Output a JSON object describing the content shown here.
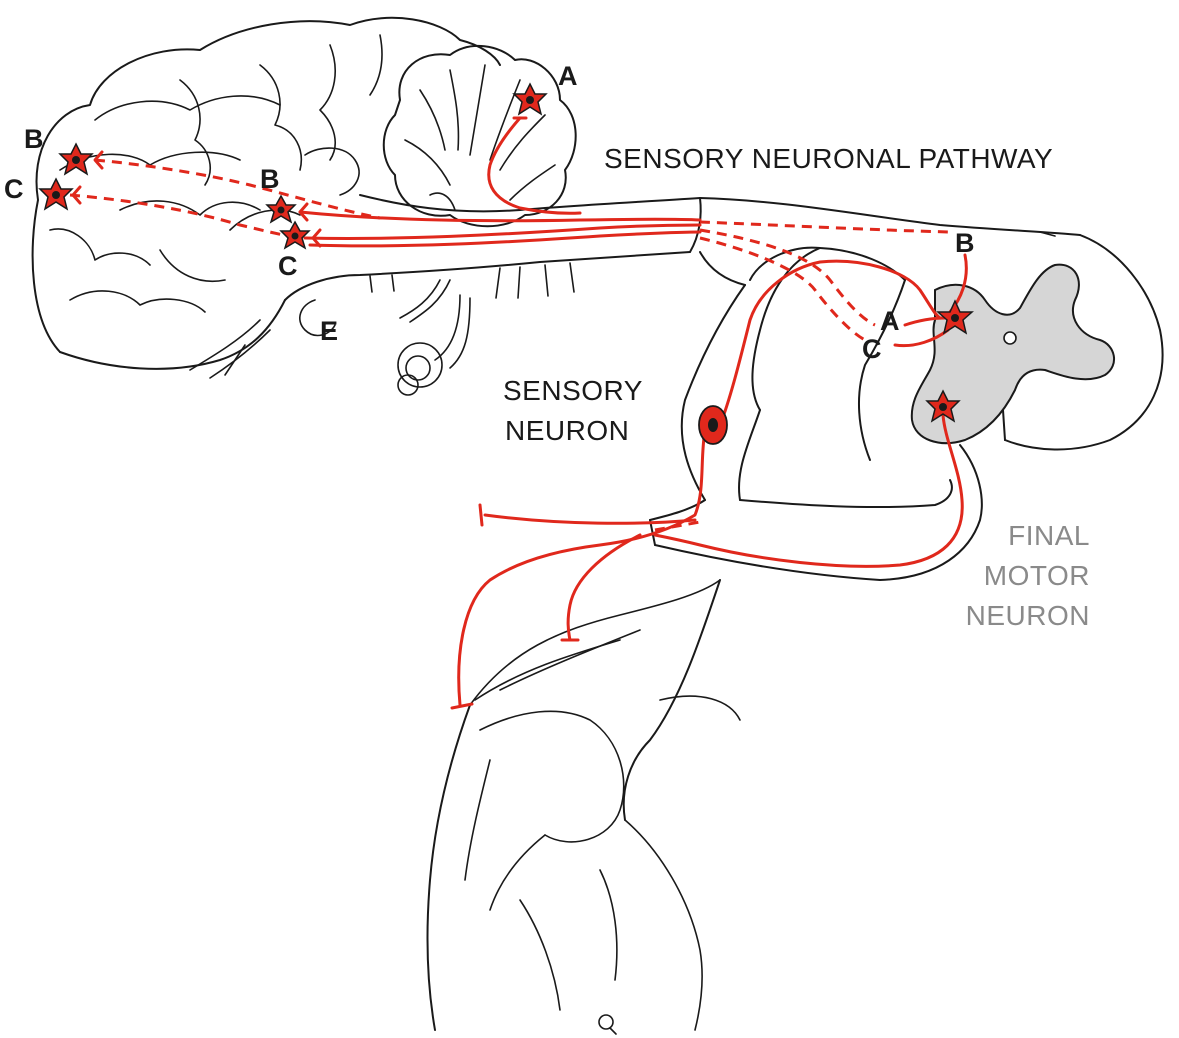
{
  "colors": {
    "pathway": "#e0281c",
    "outline": "#1a1a1a",
    "grey_matter": "#d6d6d6",
    "motor_label": "#8a8a8a"
  },
  "labels": {
    "cerebellum_a": "A",
    "cortex_b": "B",
    "cortex_c": "C",
    "thalamus_b": "B",
    "thalamus_c": "C",
    "brainstem_e": "E",
    "cord_b": "B",
    "cord_a": "A",
    "cord_c": "C"
  },
  "captions": {
    "pathway_title": "SENSORY NEURONAL PATHWAY",
    "sensory_neuron": [
      "SENSORY",
      "NEURON"
    ],
    "final_motor_neuron": [
      "FINAL",
      "MOTOR",
      "NEURON"
    ]
  },
  "icons": [
    "neuron-cell-body-icon",
    "synapse-terminal-icon"
  ]
}
